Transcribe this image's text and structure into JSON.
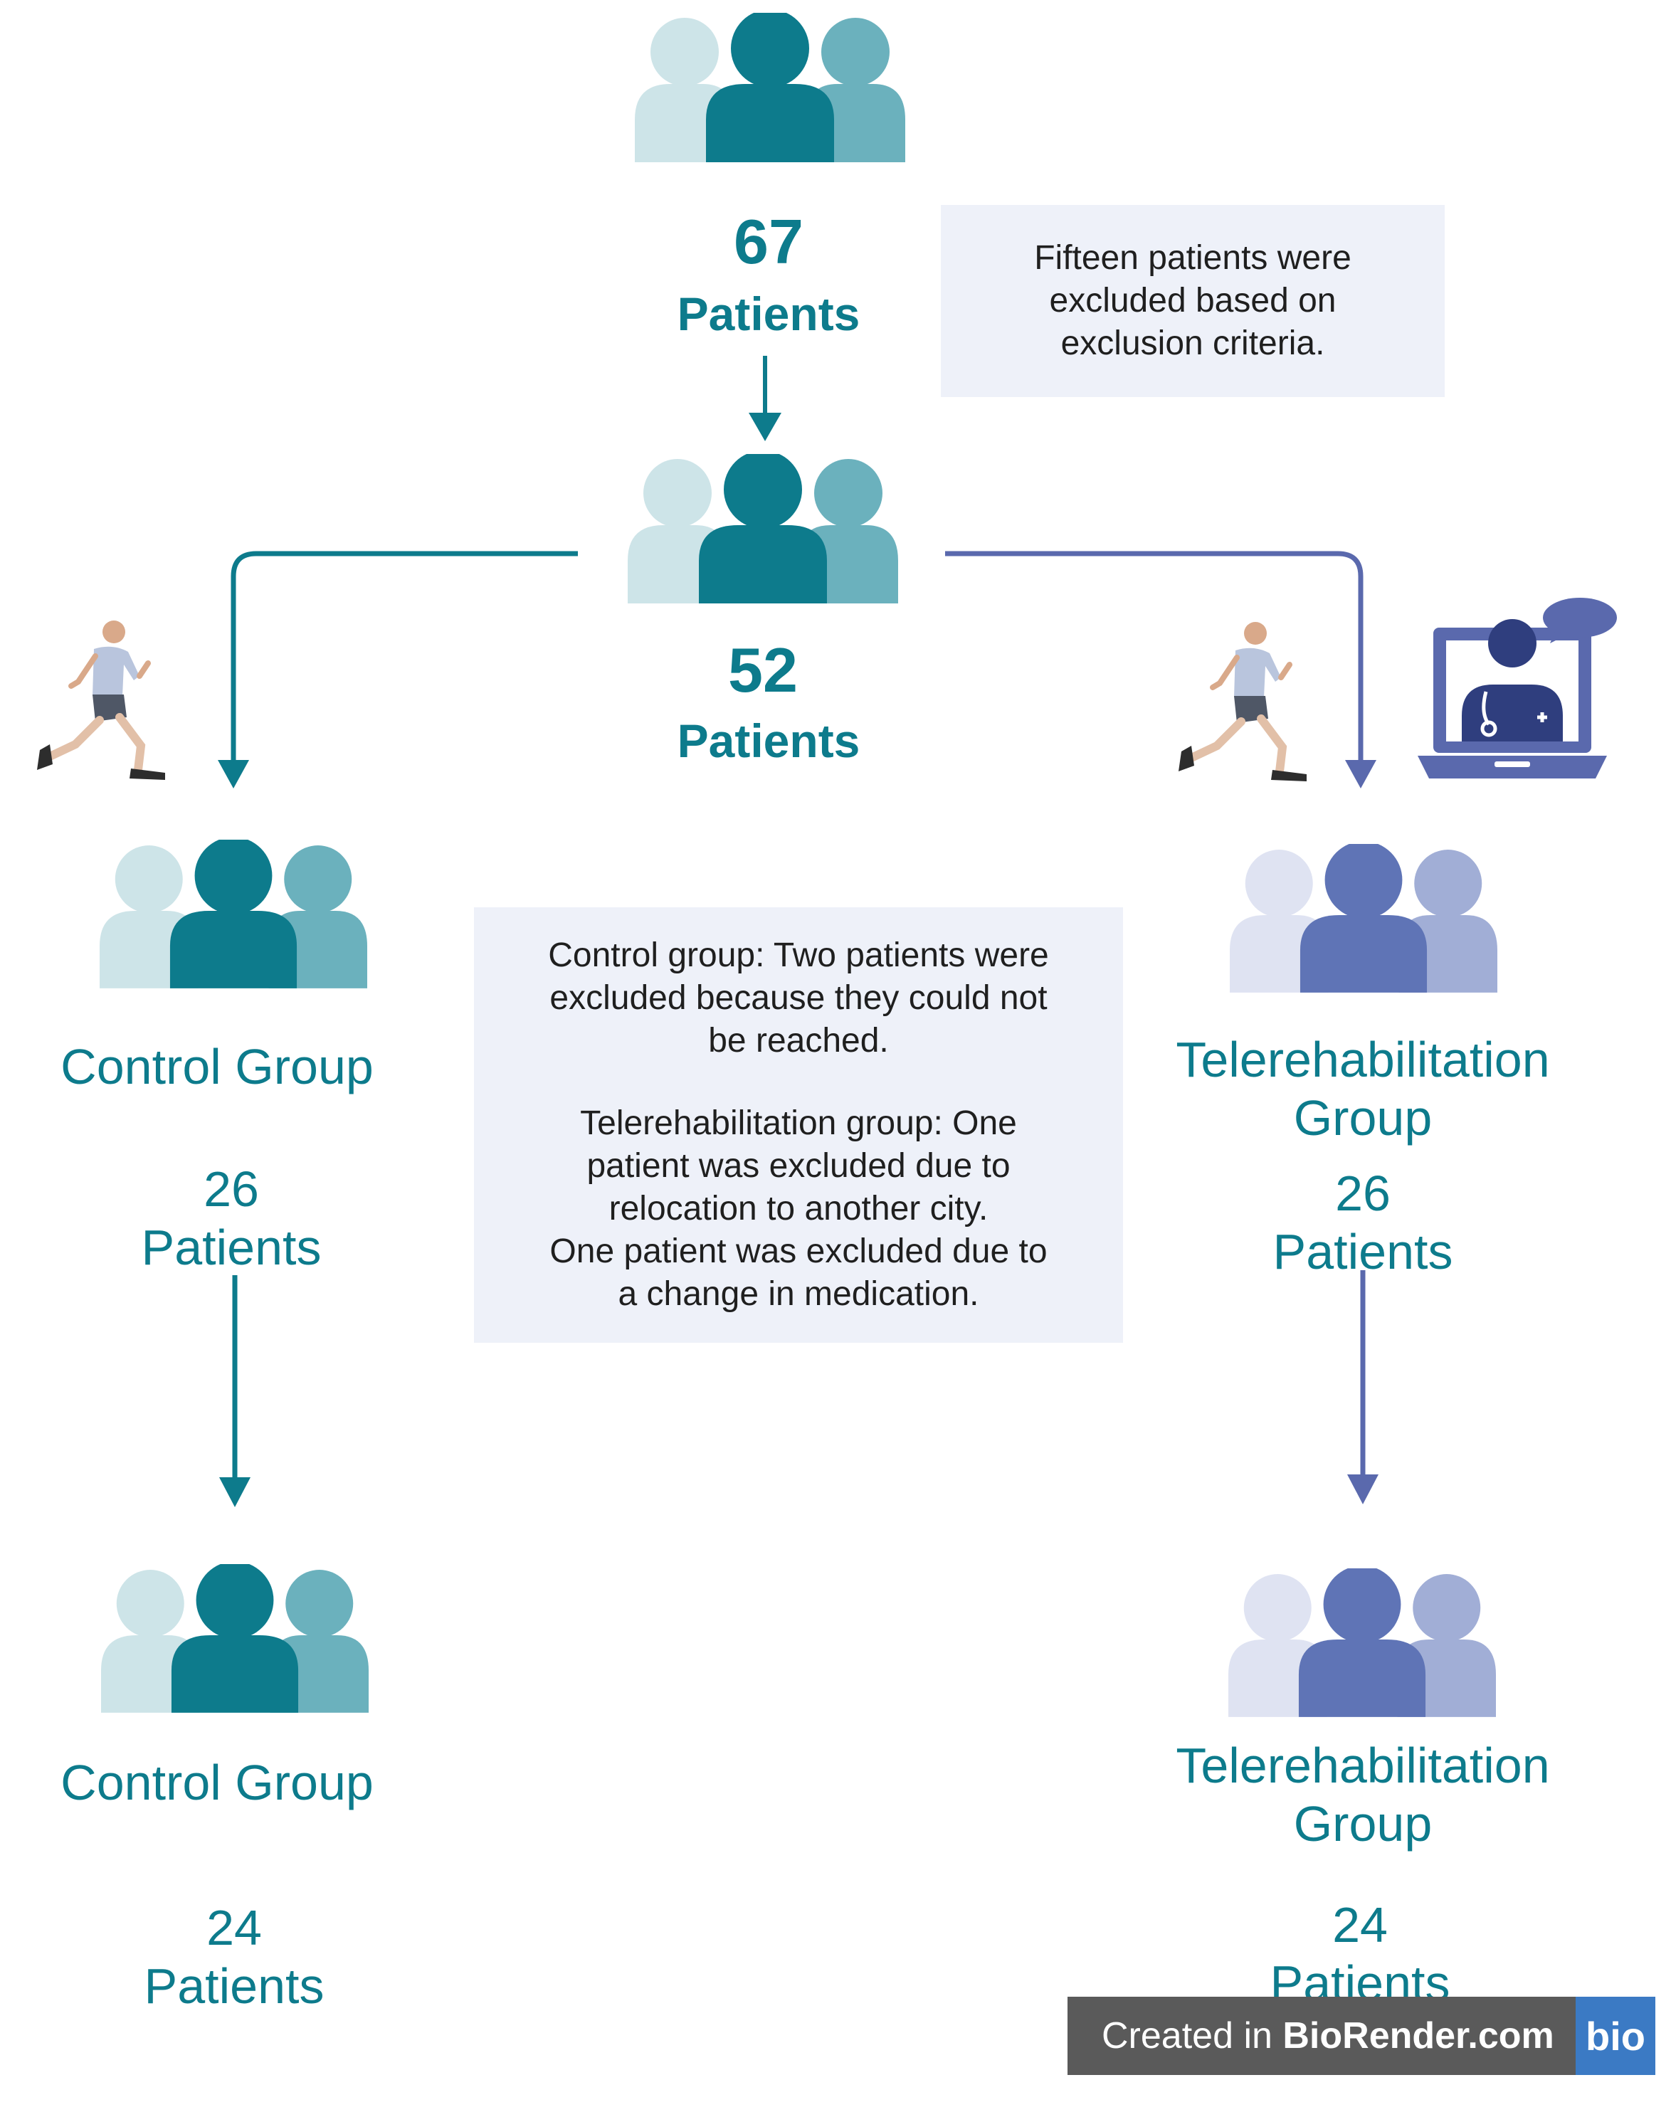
{
  "colors": {
    "teal": "#0d7b8c",
    "teal_mid": "#6bb1bd",
    "teal_light": "#cde4e8",
    "navy": "#5f74b6",
    "navy_mid": "#a1aed6",
    "navy_light": "#dfe3f2",
    "arrow_teal": "#0d7b8c",
    "arrow_navy": "#5a69ad",
    "box_bg": "#eef1f9"
  },
  "top": {
    "count": "67",
    "unit": "Patients",
    "icon": "people-group-icon"
  },
  "exclusion_note": {
    "lines": [
      "Fifteen patients were",
      "excluded based on",
      "exclusion criteria."
    ]
  },
  "randomized": {
    "count": "52",
    "unit": "Patients",
    "icon": "people-group-icon"
  },
  "dropout_note": {
    "para1": [
      "Control group: Two patients were",
      "excluded because they could not",
      "be reached."
    ],
    "para2": [
      "Telerehabilitation group: One",
      "patient was excluded due to",
      "relocation to another city.",
      "One patient was excluded due to",
      "a change in medication."
    ]
  },
  "control_initial": {
    "name": "Control Group",
    "count": "26",
    "unit": "Patients",
    "icon": "people-group-icon"
  },
  "control_final": {
    "name": "Control Group",
    "count": "24",
    "unit": "Patients",
    "icon": "people-group-icon"
  },
  "tele_initial": {
    "name_line1": "Telerehabilitation",
    "name_line2": "Group",
    "count": "26",
    "unit": "Patients",
    "icon": "people-group-icon"
  },
  "tele_final": {
    "name_line1": "Telerehabilitation",
    "name_line2": "Group",
    "count": "24",
    "unit": "Patients",
    "icon": "people-group-icon"
  },
  "icons": {
    "runner_left": "runner-icon",
    "runner_right": "runner-icon",
    "laptop_doctor": "laptop-doctor-icon"
  },
  "watermark": {
    "prefix": "Created in ",
    "brand": "BioRender.com",
    "logo": "bio"
  }
}
